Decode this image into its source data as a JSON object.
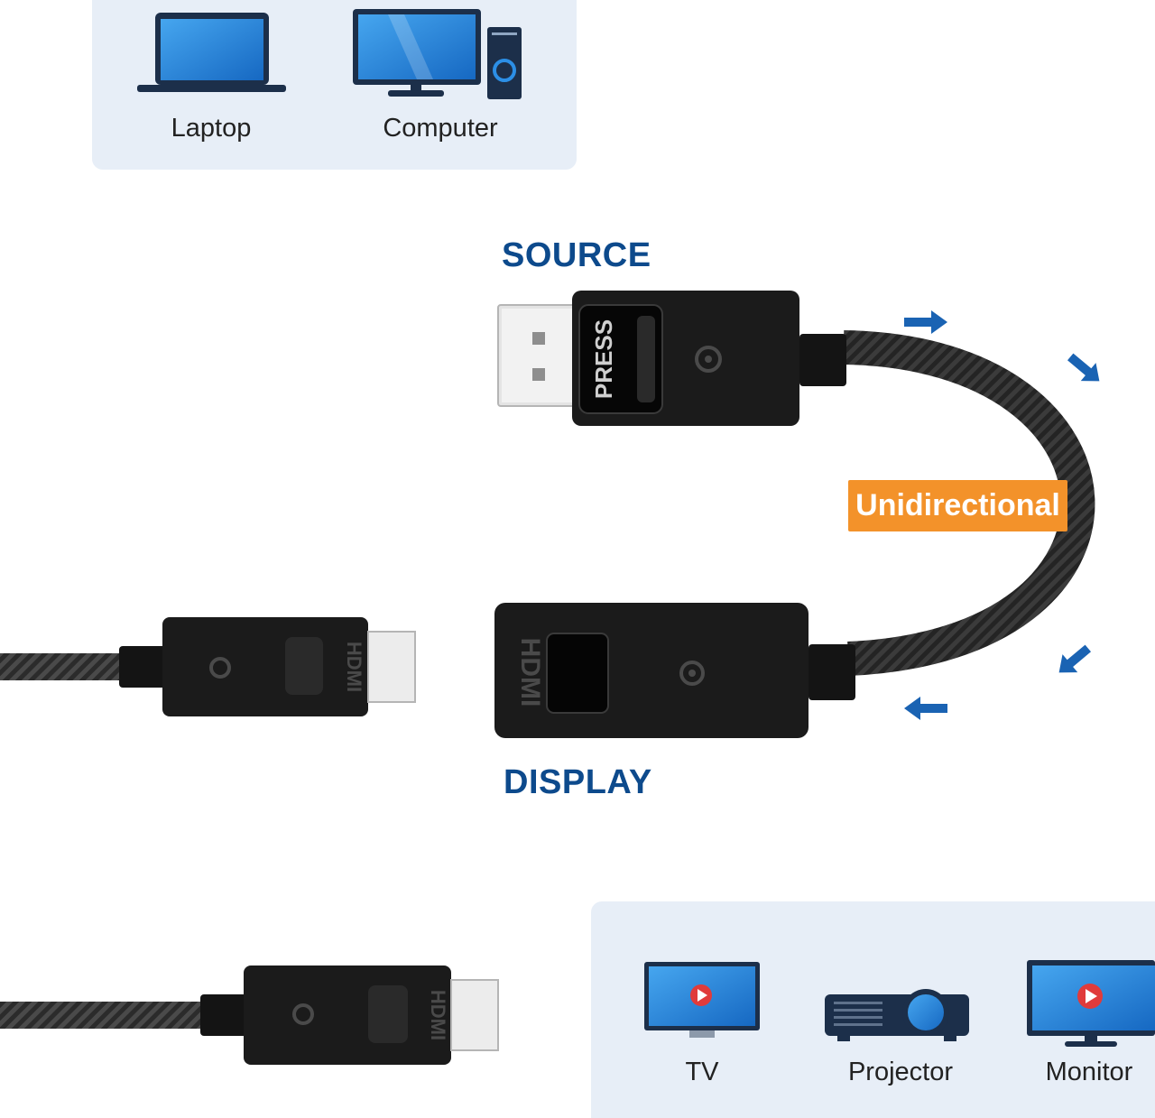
{
  "source_devices": [
    {
      "label": "Laptop",
      "icon": "laptop-icon"
    },
    {
      "label": "Computer",
      "icon": "desktop-computer-icon"
    }
  ],
  "display_devices": [
    {
      "label": "TV",
      "icon": "tv-icon"
    },
    {
      "label": "Projector",
      "icon": "projector-icon"
    },
    {
      "label": "Monitor",
      "icon": "monitor-icon"
    }
  ],
  "source_heading": "SOURCE",
  "display_heading": "DISPLAY",
  "direction_badge": "Unidirectional",
  "connector_labels": {
    "press": "PRESS",
    "hdmi": "HDMI"
  },
  "colors": {
    "accent_blue": "#0d4a8c",
    "badge_orange": "#f3922a",
    "panel_bg": "#e7eef7",
    "screen_blue": "#1f7fd3",
    "play_red": "#e03b3b"
  }
}
